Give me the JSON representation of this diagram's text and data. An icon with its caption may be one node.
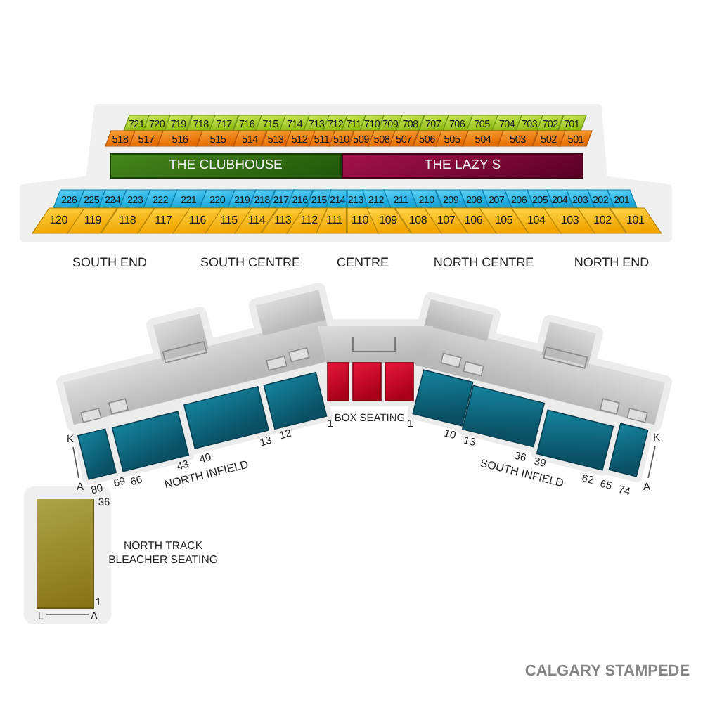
{
  "diagram": {
    "title": "CALGARY STAMPEDE",
    "nodes": [
      {
        "text": [
          "721"
        ]
      },
      {
        "text": [
          "720"
        ]
      },
      {
        "text": [
          "719"
        ]
      },
      {
        "text": [
          "718"
        ]
      },
      {
        "text": [
          "717"
        ]
      },
      {
        "text": [
          "716"
        ]
      },
      {
        "text": [
          "715"
        ]
      },
      {
        "text": [
          "714"
        ]
      },
      {
        "text": [
          "713"
        ]
      },
      {
        "text": [
          "712"
        ]
      },
      {
        "text": [
          "711"
        ]
      },
      {
        "text": [
          "710"
        ]
      },
      {
        "text": [
          "709"
        ]
      },
      {
        "text": [
          "708"
        ]
      },
      {
        "text": [
          "707"
        ]
      },
      {
        "text": [
          "706"
        ]
      },
      {
        "text": [
          "705"
        ]
      },
      {
        "text": [
          "704"
        ]
      },
      {
        "text": [
          "703"
        ]
      },
      {
        "text": [
          "702"
        ]
      },
      {
        "text": [
          "701"
        ]
      },
      {
        "text": [
          "518"
        ]
      },
      {
        "text": [
          "517"
        ]
      },
      {
        "text": [
          "516"
        ]
      },
      {
        "text": [
          "515"
        ]
      },
      {
        "text": [
          "514"
        ]
      },
      {
        "text": [
          "513"
        ]
      },
      {
        "text": [
          "512"
        ]
      },
      {
        "text": [
          "511"
        ]
      },
      {
        "text": [
          "510"
        ]
      },
      {
        "text": [
          "509"
        ]
      },
      {
        "text": [
          "508"
        ]
      },
      {
        "text": [
          "507"
        ]
      },
      {
        "text": [
          "506"
        ]
      },
      {
        "text": [
          "505"
        ]
      },
      {
        "text": [
          "504"
        ]
      },
      {
        "text": [
          "503"
        ]
      },
      {
        "text": [
          "502"
        ]
      },
      {
        "text": [
          "501"
        ]
      },
      {
        "text": [
          "THE CLUBHOUSE"
        ]
      },
      {
        "text": [
          "THE LAZY S"
        ]
      },
      {
        "text": [
          "226"
        ]
      },
      {
        "text": [
          "225"
        ]
      },
      {
        "text": [
          "224"
        ]
      },
      {
        "text": [
          "223"
        ]
      },
      {
        "text": [
          "222"
        ]
      },
      {
        "text": [
          "221"
        ]
      },
      {
        "text": [
          "220"
        ]
      },
      {
        "text": [
          "219"
        ]
      },
      {
        "text": [
          "218"
        ]
      },
      {
        "text": [
          "217"
        ]
      },
      {
        "text": [
          "216"
        ]
      },
      {
        "text": [
          "215"
        ]
      },
      {
        "text": [
          "214"
        ]
      },
      {
        "text": [
          "213"
        ]
      },
      {
        "text": [
          "212"
        ]
      },
      {
        "text": [
          "211"
        ]
      },
      {
        "text": [
          "210"
        ]
      },
      {
        "text": [
          "209"
        ]
      },
      {
        "text": [
          "208"
        ]
      },
      {
        "text": [
          "207"
        ]
      },
      {
        "text": [
          "206"
        ]
      },
      {
        "text": [
          "205"
        ]
      },
      {
        "text": [
          "204"
        ]
      },
      {
        "text": [
          "203"
        ]
      },
      {
        "text": [
          "202"
        ]
      },
      {
        "text": [
          "201"
        ]
      },
      {
        "text": [
          "120"
        ]
      },
      {
        "text": [
          "119"
        ]
      },
      {
        "text": [
          "118"
        ]
      },
      {
        "text": [
          "117"
        ]
      },
      {
        "text": [
          "116"
        ]
      },
      {
        "text": [
          "115"
        ]
      },
      {
        "text": [
          "114"
        ]
      },
      {
        "text": [
          "113"
        ]
      },
      {
        "text": [
          "112"
        ]
      },
      {
        "text": [
          "111"
        ]
      },
      {
        "text": [
          "110"
        ]
      },
      {
        "text": [
          "109"
        ]
      },
      {
        "text": [
          "108"
        ]
      },
      {
        "text": [
          "107"
        ]
      },
      {
        "text": [
          "106"
        ]
      },
      {
        "text": [
          "105"
        ]
      },
      {
        "text": [
          "104"
        ]
      },
      {
        "text": [
          "103"
        ]
      },
      {
        "text": [
          "102"
        ]
      },
      {
        "text": [
          "101"
        ]
      },
      {
        "text": [],
        "shape": "box",
        "beside": [
          "36",
          "NORTH TRACK BLEACHER SEATING",
          "1",
          "L",
          "A"
        ]
      }
    ],
    "labels": [
      "SOUTH END",
      "SOUTH CENTRE",
      "CENTRE",
      "NORTH CENTRE",
      "NORTH END",
      "K",
      "A",
      "80",
      "69",
      "66",
      "43",
      "40",
      "13",
      "12",
      "1",
      "BOX SEATING",
      "1",
      "10",
      "13",
      "36",
      "39",
      "62",
      "65",
      "74",
      "A",
      "K",
      "NORTH INFIELD",
      "SOUTH INFIELD"
    ]
  }
}
